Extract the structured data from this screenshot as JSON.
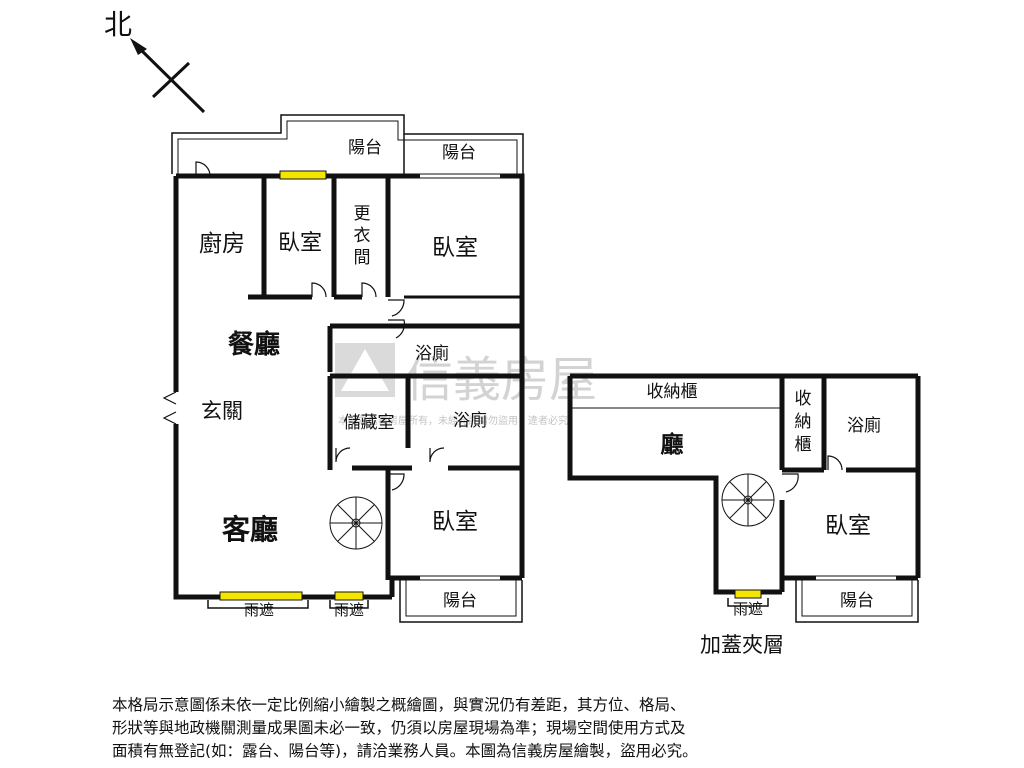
{
  "compass": {
    "label": "北"
  },
  "main_floor": {
    "rooms": {
      "balcony_top_left": "陽台",
      "balcony_top_right": "陽台",
      "kitchen": "廚房",
      "bedroom_small": "臥室",
      "closet_line1": "更",
      "closet_line2": "衣",
      "closet_line3": "間",
      "bedroom_master": "臥室",
      "dining": "餐廳",
      "bath_upper": "浴廁",
      "foyer": "玄關",
      "storage": "儲藏室",
      "bath_lower": "浴廁",
      "living": "客廳",
      "bedroom_lower": "臥室",
      "rain_shelter_left": "雨遮",
      "rain_shelter_right": "雨遮",
      "balcony_bottom": "陽台"
    }
  },
  "mezzanine": {
    "title": "加蓋夾層",
    "rooms": {
      "storage_cabinet": "收納櫃",
      "cabinet_line1": "收",
      "cabinet_line2": "納",
      "cabinet_line3": "櫃",
      "bath": "浴廁",
      "hall": "廳",
      "bedroom": "臥室",
      "rain_shelter": "雨遮",
      "balcony": "陽台"
    }
  },
  "watermark": {
    "brand": "信義房屋",
    "notice": "本圖為信義房屋所有，未經允許請勿盜用，違者必究"
  },
  "disclaimer": {
    "line1": "本格局示意圖係未依一定比例縮小繪製之概繪圖，與實況仍有差距，其方位、格局、",
    "line2": "形狀等與地政機關測量成果圖未必一致，仍須以房屋現場為準；現場空間使用方式及",
    "line3": "面積有無登記(如：露台、陽台等)，請洽業務人員。本圖為信義房屋繪製，盜用必究。"
  },
  "colors": {
    "wall": "#111111",
    "window": "#f5e600",
    "watermark": "#c8c8c8"
  }
}
